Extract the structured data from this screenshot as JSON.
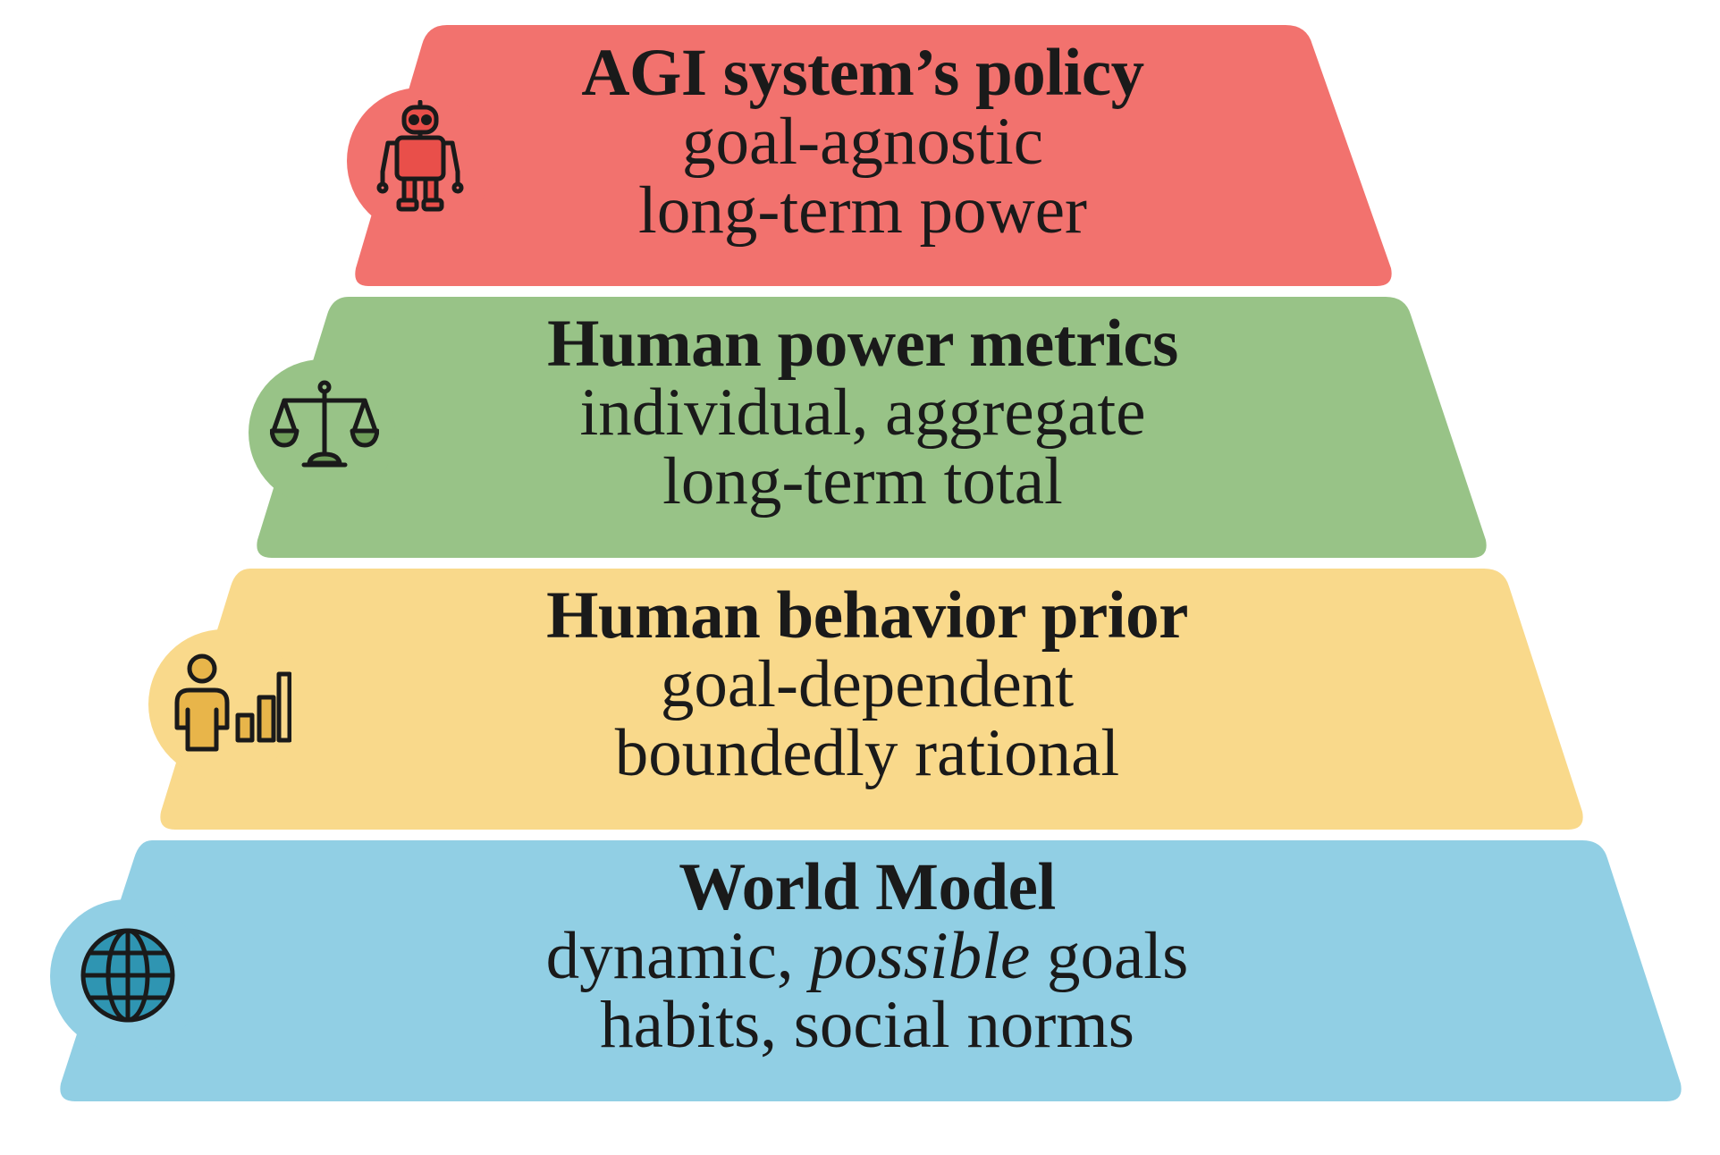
{
  "colors": {
    "agi_layer": "#f2726e",
    "metrics_layer": "#98c387",
    "prior_layer": "#f9d98b",
    "world_layer": "#91cfe4",
    "robot_icon_fill": "#e94f4a",
    "scale_icon_fill": "#6f9e5a",
    "prior_icon_fill": "#e8b54a",
    "globe_icon_fill": "#2f95b2",
    "outline": "#1a1a1a"
  },
  "layers": [
    {
      "key": "agi",
      "icon": "robot-icon",
      "title": "AGI system’s policy",
      "line1": "goal-agnostic",
      "line2": "long-term power"
    },
    {
      "key": "metrics",
      "icon": "scale-icon",
      "title": "Human power metrics",
      "line1": "individual, aggregate",
      "line2": "long-term total"
    },
    {
      "key": "prior",
      "icon": "person-chart-icon",
      "title": "Human behavior prior",
      "line1": "goal-dependent",
      "line2": "boundedly rational"
    },
    {
      "key": "world",
      "icon": "globe-icon",
      "title": "World Model",
      "line1_before": "dynamic, ",
      "line1_emphasis": "possible",
      "line1_after": " goals",
      "line2": "habits, social norms"
    }
  ]
}
